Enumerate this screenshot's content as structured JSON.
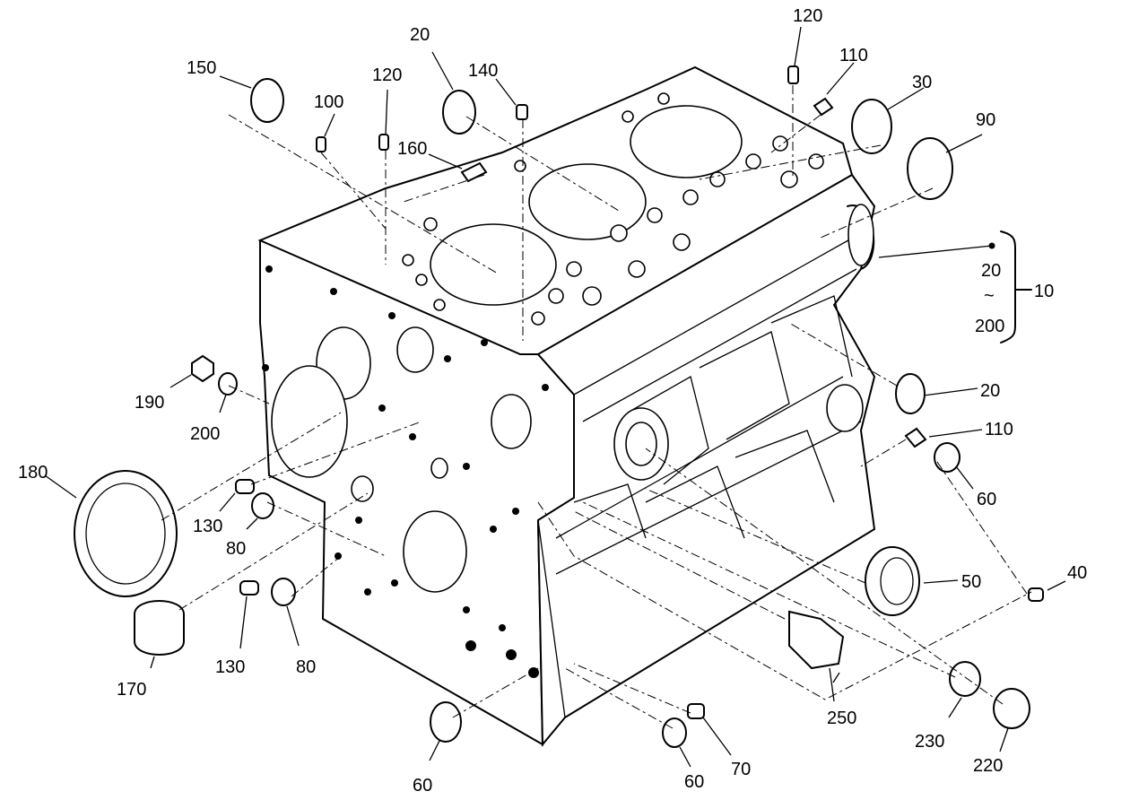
{
  "callouts": {
    "c150": "150",
    "c100": "100",
    "c120a": "120",
    "c20a": "20",
    "c140": "140",
    "c160": "160",
    "c120b": "120",
    "c110a": "110",
    "c30": "30",
    "c90": "90",
    "c20b": "20",
    "c200a": "200",
    "c10": "10",
    "c20c": "20",
    "c110b": "110",
    "c60a": "60",
    "c190": "190",
    "c200b": "200",
    "c180": "180",
    "c130a": "130",
    "c80a": "80",
    "c130b": "130",
    "c80b": "80",
    "c170": "170",
    "c50": "50",
    "c40": "40",
    "c250": "250",
    "c230": "230",
    "c220": "220",
    "c60b": "60",
    "c60c": "60",
    "c70": "70"
  },
  "range_tilde": "~"
}
